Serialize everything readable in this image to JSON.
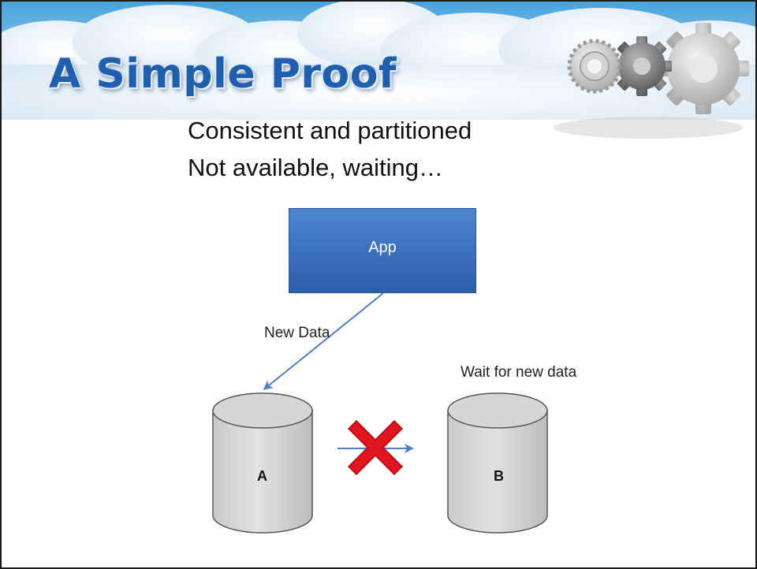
{
  "slide": {
    "title": "A Simple Proof",
    "bullets": [
      "Consistent and partitioned",
      "Not available, waiting…"
    ]
  },
  "diagram": {
    "app_label": "App",
    "arrow_label": "New Data",
    "node_a_label": "A",
    "node_b_label": "B",
    "node_b_note": "Wait for new data",
    "blocked_mark": "x-mark-icon"
  },
  "colors": {
    "title": "#1f5fb0",
    "app_box": "#3a6fbe",
    "cylinder": "#d9d9d9",
    "arrow": "#4f7fc4",
    "cross": "#e0141e"
  }
}
